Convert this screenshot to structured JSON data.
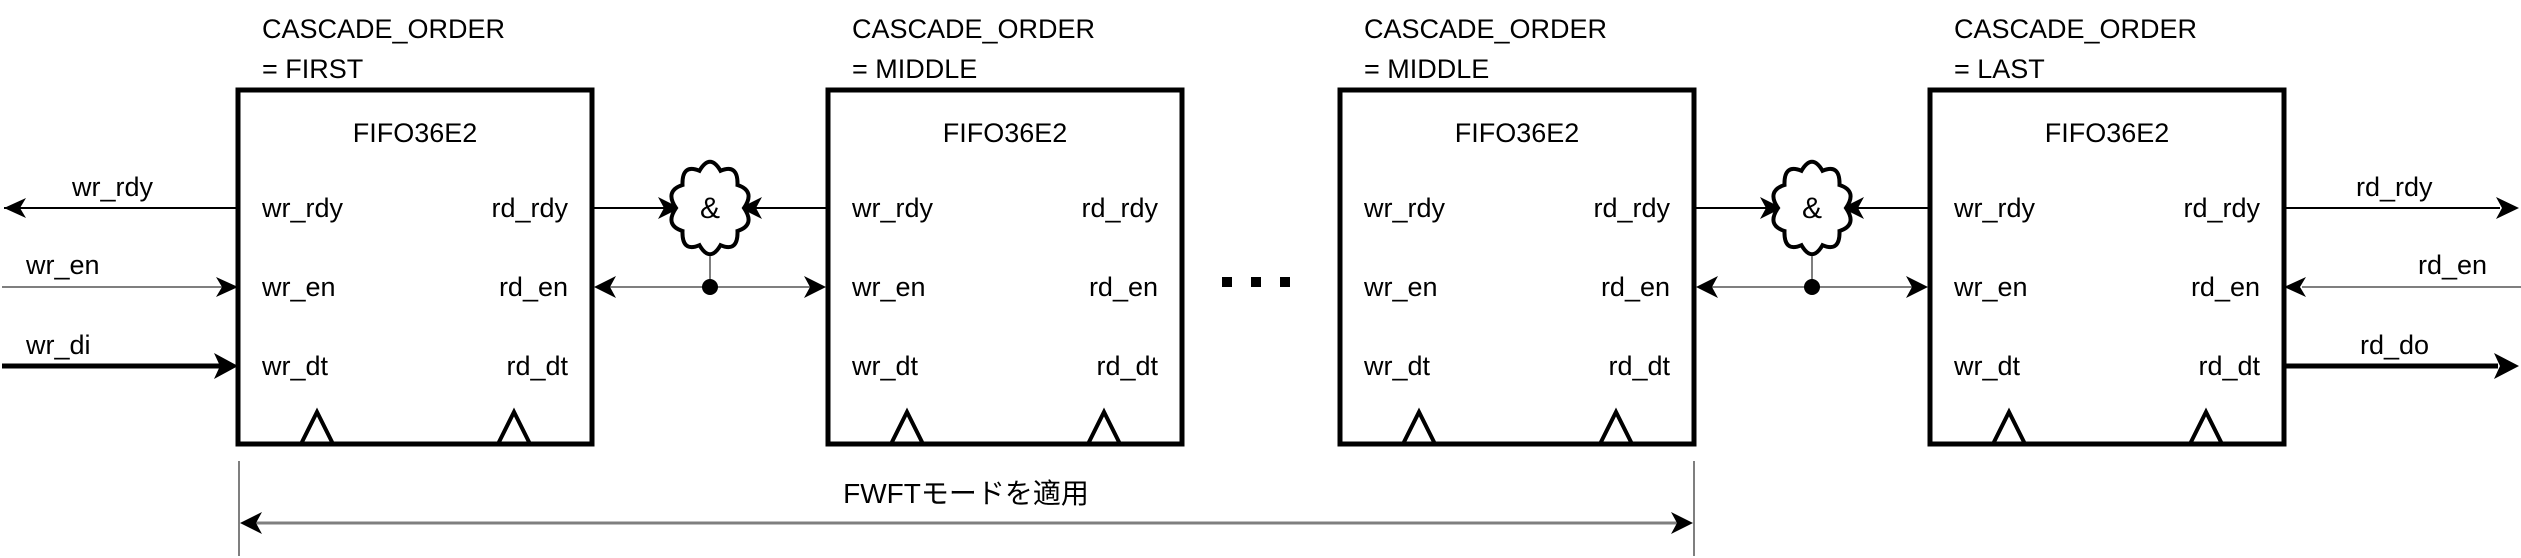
{
  "blocks": [
    {
      "param_line1": "CASCADE_ORDER",
      "param_line2": "= FIRST",
      "name": "FIFO36E2",
      "ports": {
        "wr_rdy": "wr_rdy",
        "wr_en": "wr_en",
        "wr_dt": "wr_dt",
        "rd_rdy": "rd_rdy",
        "rd_en": "rd_en",
        "rd_dt": "rd_dt"
      }
    },
    {
      "param_line1": "CASCADE_ORDER",
      "param_line2": "= MIDDLE",
      "name": "FIFO36E2",
      "ports": {
        "wr_rdy": "wr_rdy",
        "wr_en": "wr_en",
        "wr_dt": "wr_dt",
        "rd_rdy": "rd_rdy",
        "rd_en": "rd_en",
        "rd_dt": "rd_dt"
      }
    },
    {
      "param_line1": "CASCADE_ORDER",
      "param_line2": "= MIDDLE",
      "name": "FIFO36E2",
      "ports": {
        "wr_rdy": "wr_rdy",
        "wr_en": "wr_en",
        "wr_dt": "wr_dt",
        "rd_rdy": "rd_rdy",
        "rd_en": "rd_en",
        "rd_dt": "rd_dt"
      }
    },
    {
      "param_line1": "CASCADE_ORDER",
      "param_line2": "= LAST",
      "name": "FIFO36E2",
      "ports": {
        "wr_rdy": "wr_rdy",
        "wr_en": "wr_en",
        "wr_dt": "wr_dt",
        "rd_rdy": "rd_rdy",
        "rd_en": "rd_en",
        "rd_dt": "rd_dt"
      }
    }
  ],
  "external_signals": {
    "left": {
      "wr_rdy": "wr_rdy",
      "wr_en": "wr_en",
      "wr_di": "wr_di"
    },
    "right": {
      "rd_rdy": "rd_rdy",
      "rd_en": "rd_en",
      "rd_do": "rd_do"
    }
  },
  "and_gate_symbol": "&",
  "ellipsis": "...",
  "span_label": "FWFTモードを適用",
  "colors": {
    "stroke": "#000000",
    "thin_line": "#7f7f7f"
  }
}
